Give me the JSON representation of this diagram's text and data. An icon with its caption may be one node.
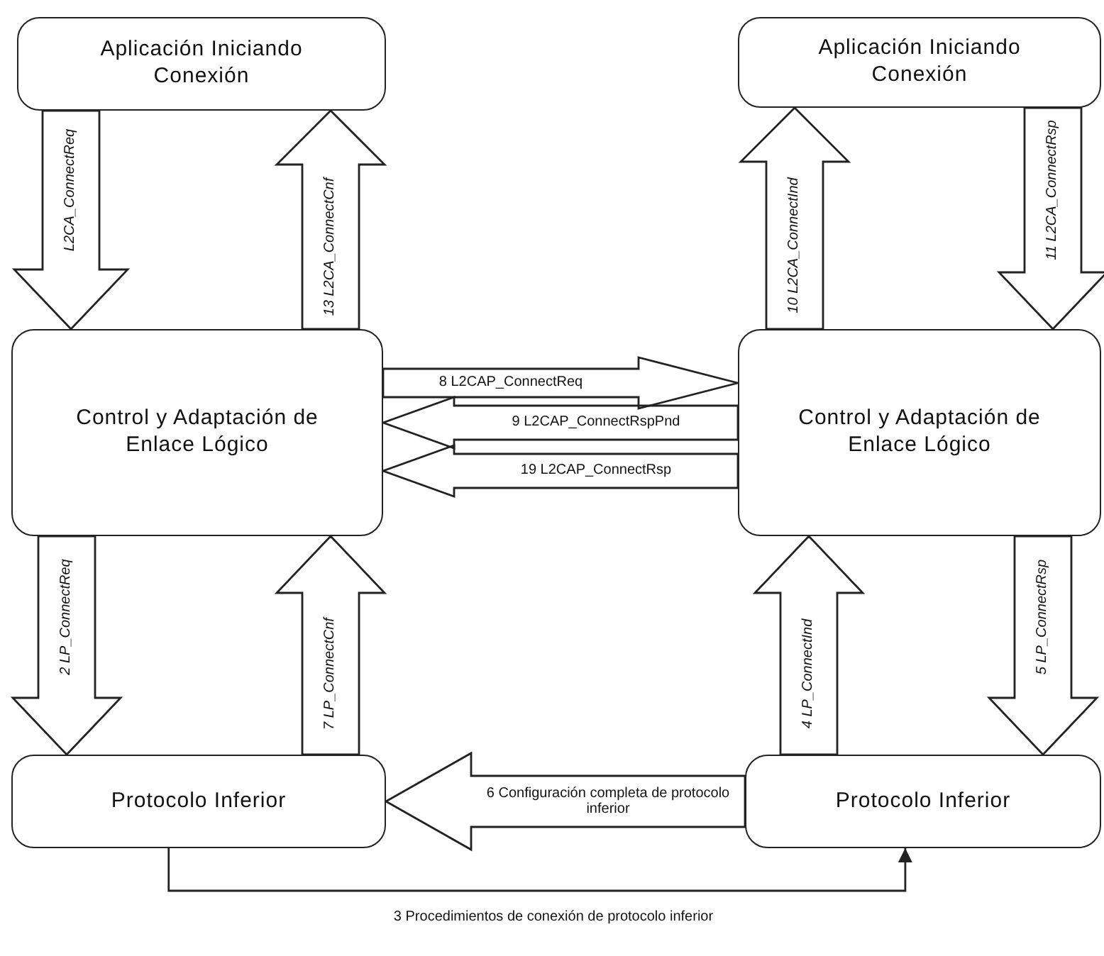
{
  "diagram": {
    "nodes": [
      {
        "text": [
          "Aplicación Iniciando Conexión"
        ]
      },
      {
        "text": [
          "Aplicación Iniciando Conexión"
        ]
      },
      {
        "text": [
          "Control y Adaptación de Enlace Lógico"
        ]
      },
      {
        "text": [
          "Control y Adaptación de Enlace Lógico"
        ]
      },
      {
        "text": [
          "Protocolo Inferior"
        ]
      },
      {
        "text": [
          "Protocolo Inferior"
        ]
      }
    ],
    "edges": [
      {
        "from": 0,
        "to": 2,
        "arrow": "to",
        "label": "L2CA_ConnectReq"
      },
      {
        "from": 2,
        "to": 0,
        "arrow": "to",
        "label": "13 L2CA_ConnectCnf"
      },
      {
        "from": 3,
        "to": 1,
        "arrow": "to",
        "label": "10 L2CA_ConnectInd"
      },
      {
        "from": 1,
        "to": 3,
        "arrow": "to",
        "label": "11 L2CA_ConnectRsp"
      },
      {
        "from": 2,
        "to": 3,
        "arrow": "to",
        "label": "8 L2CAP_ConnectReq"
      },
      {
        "from": 3,
        "to": 2,
        "arrow": "to",
        "label": "9 L2CAP_ConnectRspPnd"
      },
      {
        "from": 3,
        "to": 2,
        "arrow": "to",
        "label": "19 L2CAP_ConnectRsp"
      },
      {
        "from": 2,
        "to": 4,
        "arrow": "to",
        "label": "2 LP_ConnectReq"
      },
      {
        "from": 4,
        "to": 2,
        "arrow": "to",
        "label": "7 LP_ConnectCnf"
      },
      {
        "from": 5,
        "to": 3,
        "arrow": "to",
        "label": "4 LP_ConnectInd"
      },
      {
        "from": 3,
        "to": 5,
        "arrow": "to",
        "label": "5 LP_ConnectRsp"
      },
      {
        "from": 5,
        "to": 4,
        "arrow": "to",
        "label": "6 Configuración completa de protocolo inferior"
      },
      {
        "from": 4,
        "to": 5,
        "arrow": "to",
        "label": "3 Procedimientos de conexión de protocolo inferior"
      }
    ]
  }
}
